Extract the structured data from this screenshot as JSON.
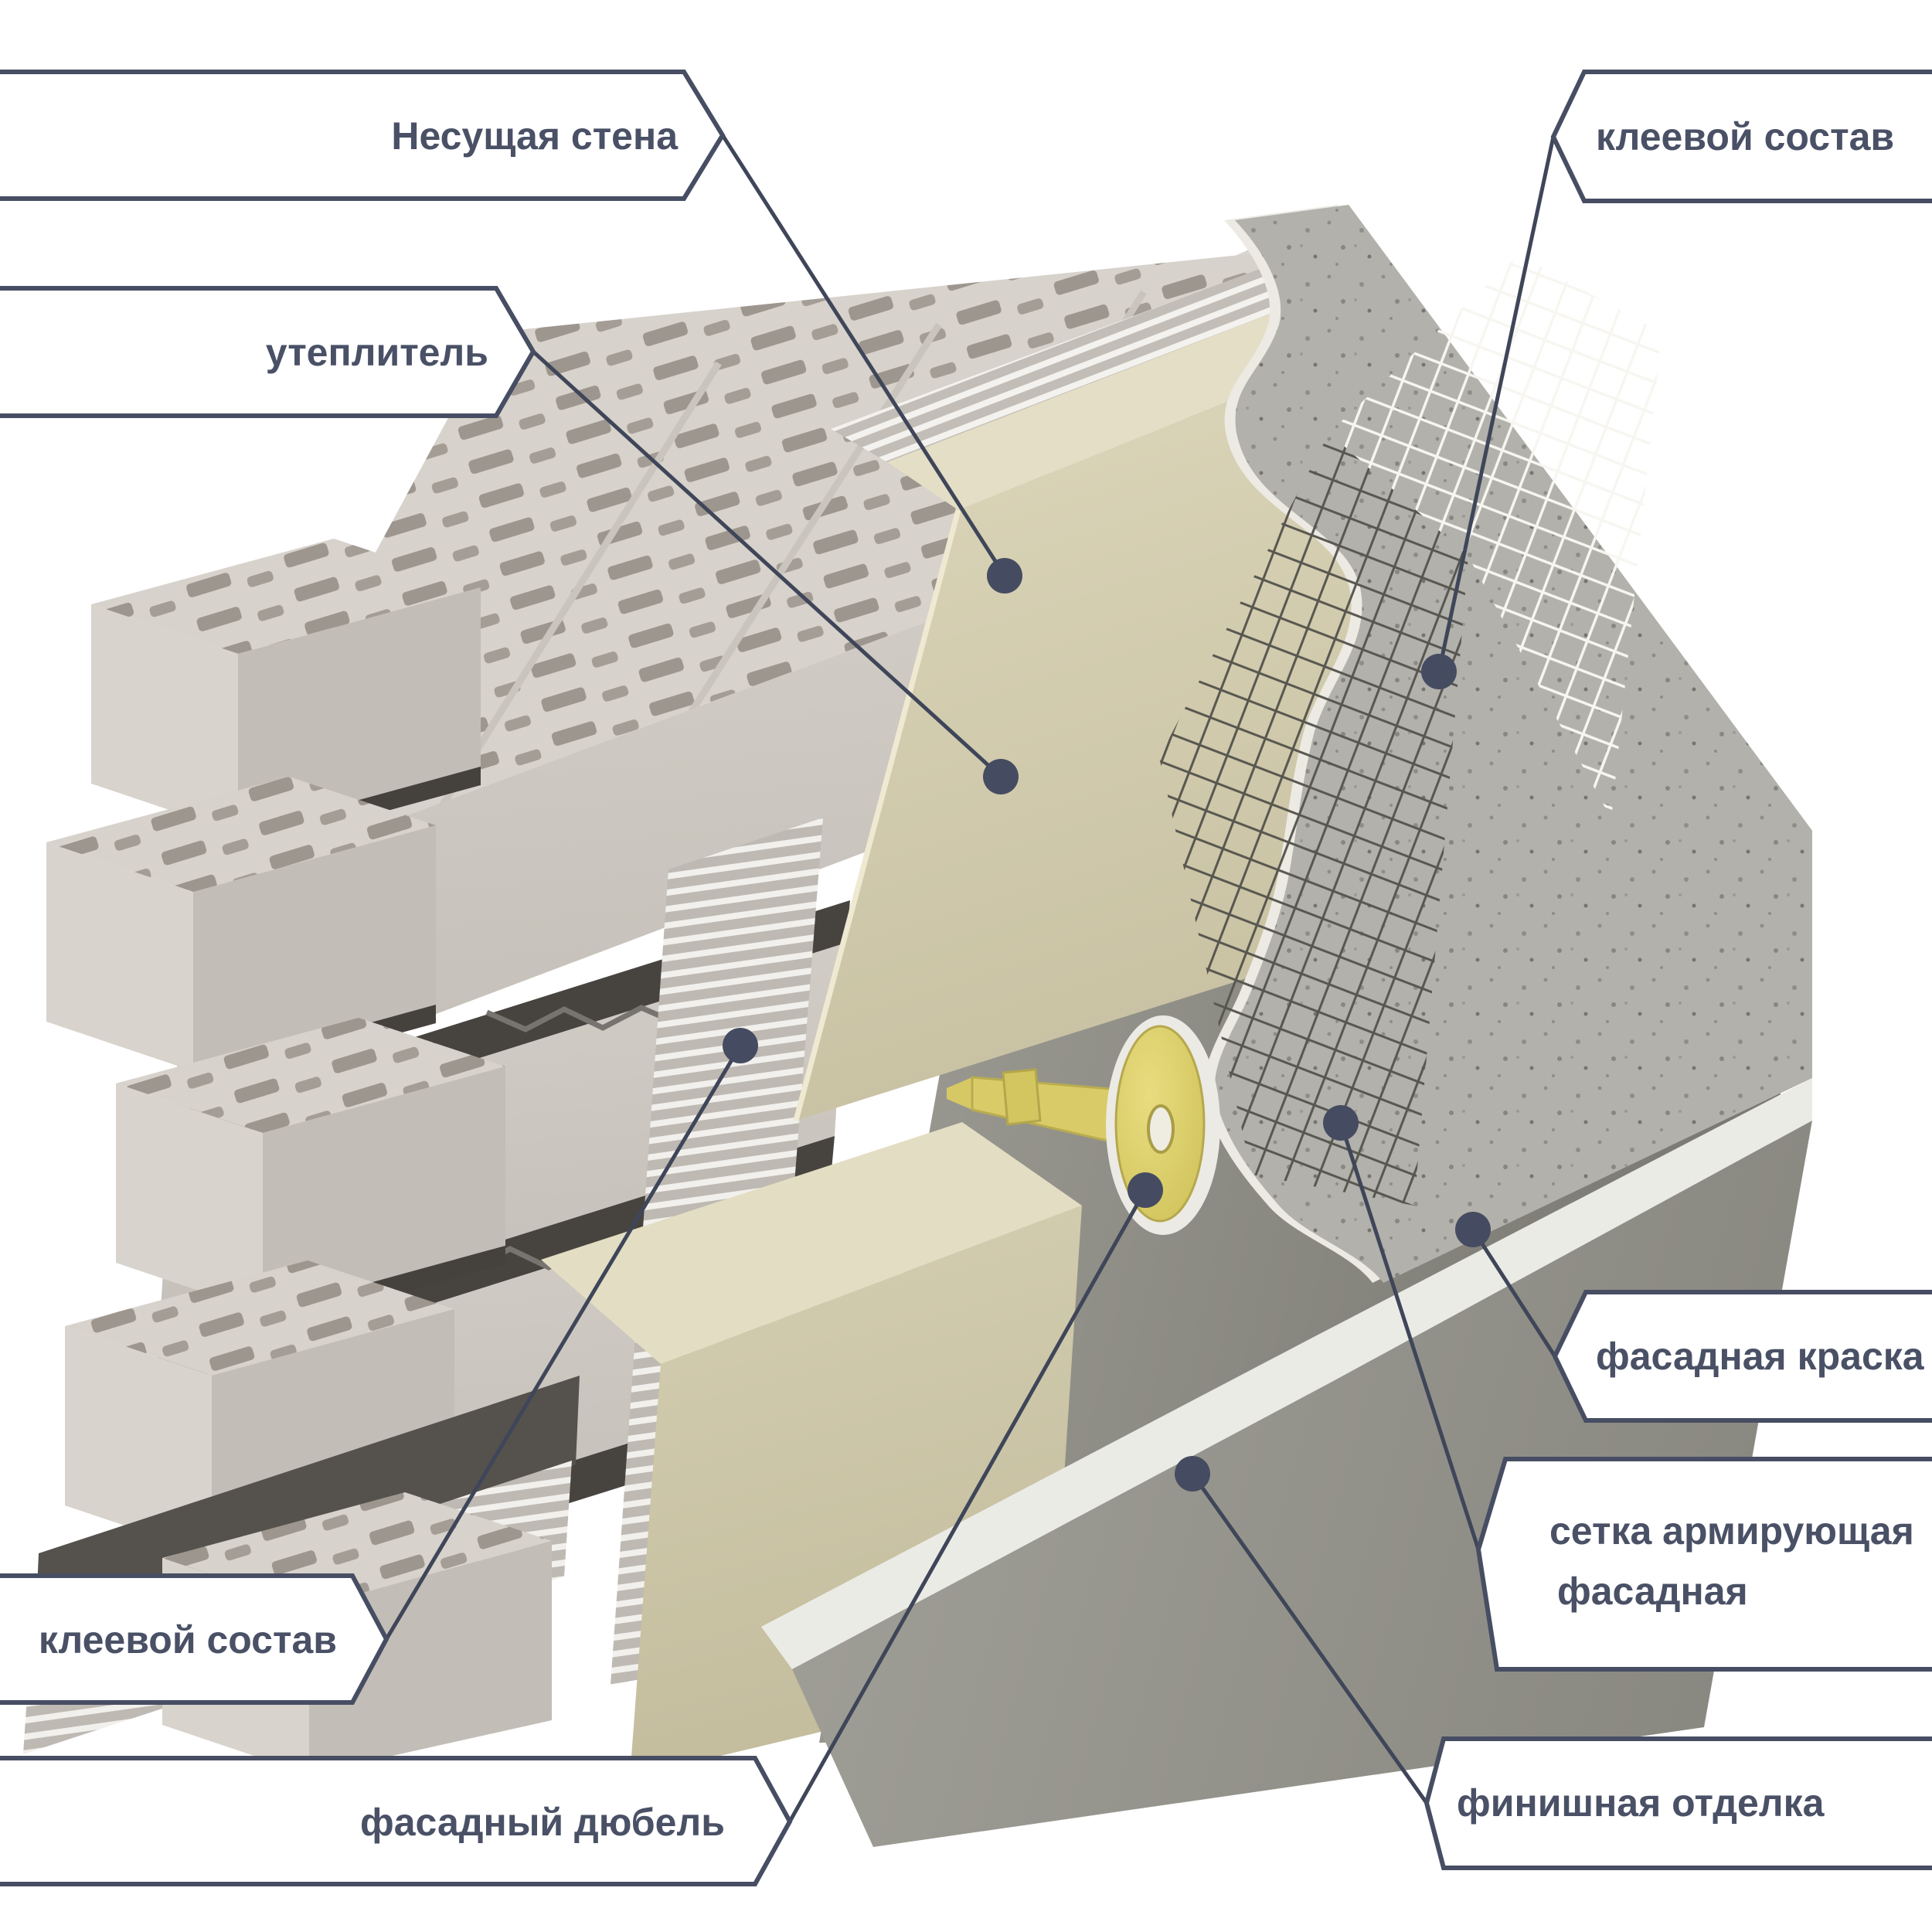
{
  "labels": [
    {
      "id": "nesushchaya-stena",
      "text": "Несущая стена"
    },
    {
      "id": "uteplitel",
      "text": "утеплитель"
    },
    {
      "id": "kleevoy-sostav-verh",
      "text": "клеевой состав"
    },
    {
      "id": "fasadnaya-kraska",
      "text": "фасадная краска"
    },
    {
      "id": "setka-armiruyushchaya",
      "line1": "сетка армирующая",
      "line2": "фасадная"
    },
    {
      "id": "finishnaya-otdelka",
      "text": "финишная отделка"
    },
    {
      "id": "kleevoy-sostav-niz",
      "text": "клеевой состав"
    },
    {
      "id": "fasadny-dyubel",
      "text": "фасадный дюбель"
    }
  ],
  "colors": {
    "background": "#FFFFFF",
    "callout_border": "#474E63",
    "label_text": "#4A5166",
    "leader_line": "#3F4659",
    "anchor_dot": "#454C61",
    "brick": "#D6D1CA",
    "brick_slot": "#9D968E",
    "adhesive_comb_light": "#F2F0EC",
    "adhesive_comb_dark": "#BEB9B2",
    "insulation": "#D8D2B5",
    "dowel_yellow": "#D9CB67",
    "base_coat": "#B2B1AB",
    "mesh_dark": "#57564F",
    "mesh_white": "#F7F6F1",
    "finish_surface": "#8E8D85"
  }
}
